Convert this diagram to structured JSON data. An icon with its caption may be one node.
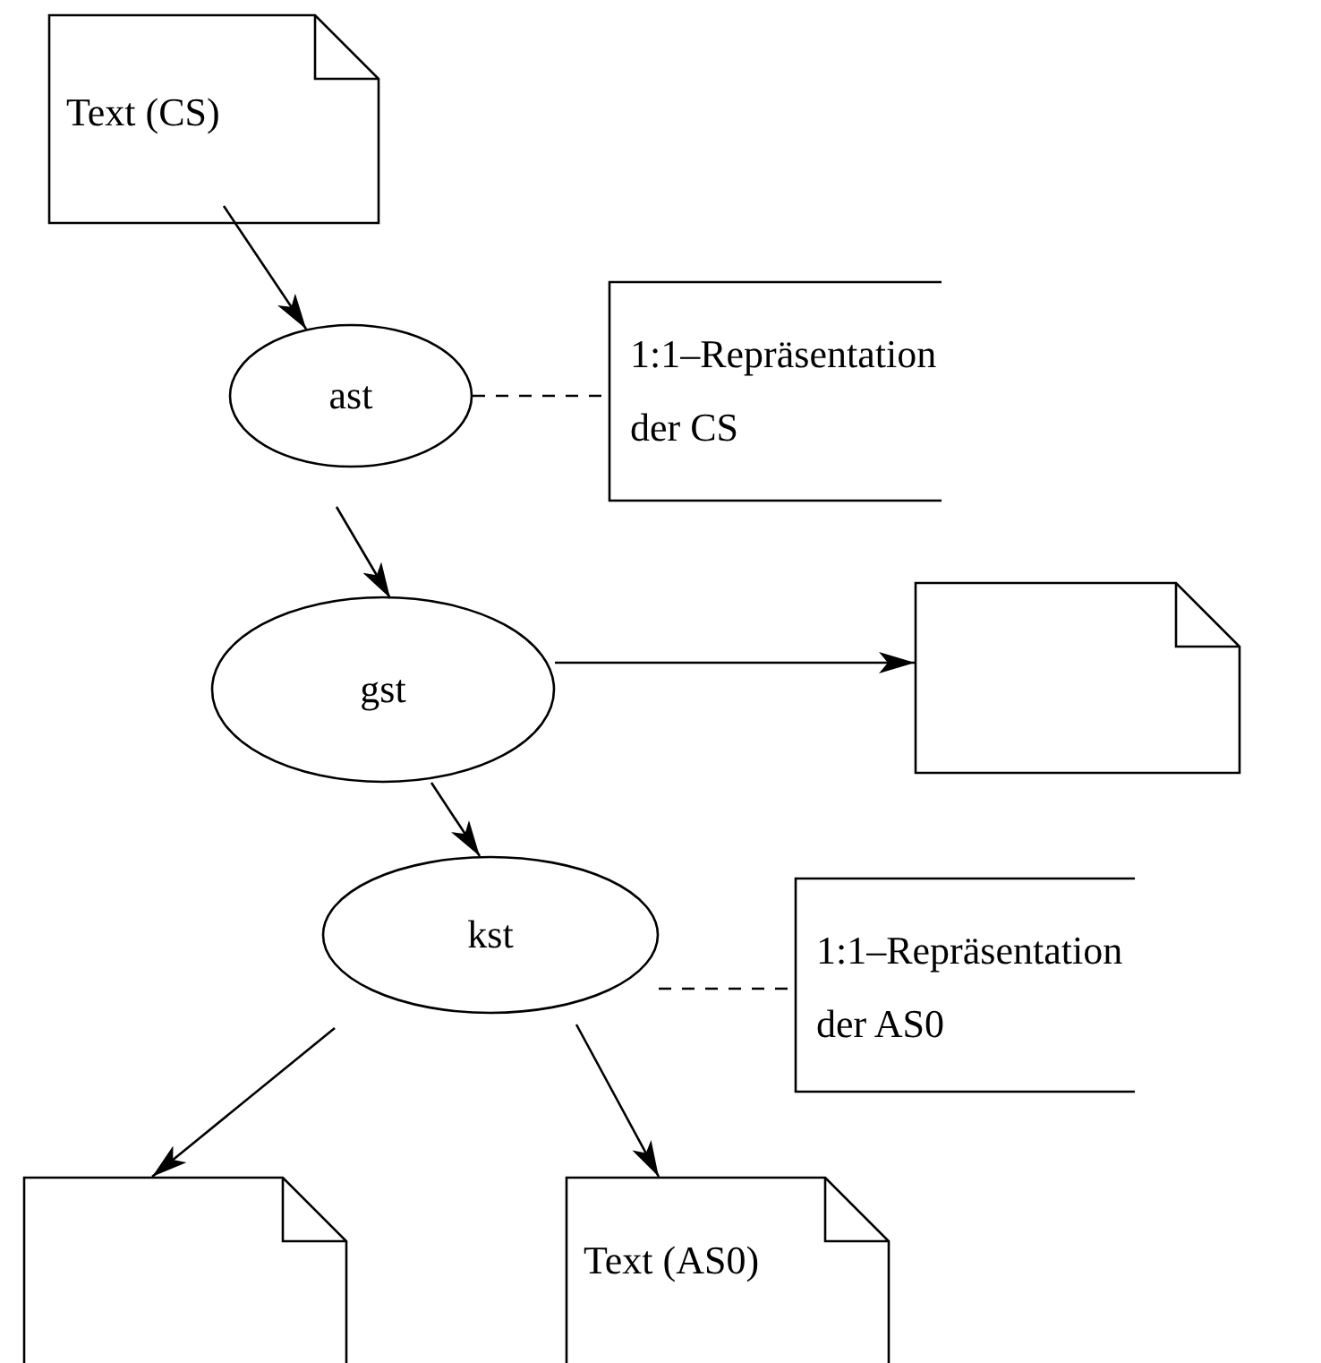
{
  "diagram": {
    "nodes": [
      {
        "text": [
          "Text (CS)"
        ]
      },
      {
        "text": [
          "ast"
        ]
      },
      {
        "text": [
          "1:1–Repräsentation der CS"
        ]
      },
      {
        "text": [
          "gst"
        ]
      },
      {
        "text": [],
        "shape": "document"
      },
      {
        "text": [
          "kst"
        ]
      },
      {
        "text": [
          "1:1–Repräsentation der AS0"
        ]
      },
      {
        "text": [],
        "shape": "document"
      },
      {
        "text": [
          "Text (AS0)"
        ]
      }
    ],
    "edges": [
      {
        "from": 0,
        "to": 1,
        "arrow": "to"
      },
      {
        "from": 1,
        "to": 2,
        "arrow": "none",
        "style": "dashed"
      },
      {
        "from": 1,
        "to": 3,
        "arrow": "to"
      },
      {
        "from": 3,
        "to": 4,
        "arrow": "to"
      },
      {
        "from": 3,
        "to": 5,
        "arrow": "to"
      },
      {
        "from": 5,
        "to": 6,
        "arrow": "none",
        "style": "dashed"
      },
      {
        "from": 5,
        "to": 7,
        "arrow": "to"
      },
      {
        "from": 5,
        "to": 8,
        "arrow": "to"
      }
    ]
  }
}
